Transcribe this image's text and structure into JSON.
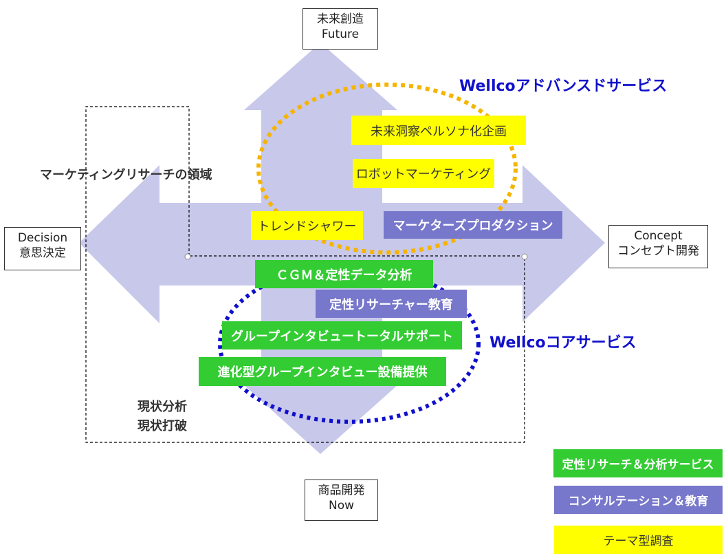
{
  "axes": {
    "top": {
      "line1": "未来創造",
      "line2": "Future"
    },
    "bottom": {
      "line1": "商品開発",
      "line2": "Now"
    },
    "left": {
      "line1": "Decision",
      "line2": "意思決定"
    },
    "right": {
      "line1": "Concept",
      "line2": "コンセプト開発"
    }
  },
  "regions": {
    "marketing_research": "マーケティングリサーチの領域",
    "current_analysis_line1": "現状分析",
    "current_analysis_line2": "現状打破"
  },
  "service_groups": {
    "advanced": "Wellcoアドバンスドサービス",
    "core": "Wellcoコアサービス"
  },
  "services": [
    {
      "label": "未来洞察ペルソナ化企画",
      "category": "theme"
    },
    {
      "label": "ロボットマーケティング",
      "category": "theme"
    },
    {
      "label": "トレンドシャワー",
      "category": "theme"
    },
    {
      "label": "マーケターズプロダクション",
      "category": "consulting"
    },
    {
      "label": "ＣＧＭ＆定性データ分析",
      "category": "qualitative"
    },
    {
      "label": "定性リサーチャー教育",
      "category": "consulting"
    },
    {
      "label": "グループインタビュートータルサポート",
      "category": "qualitative"
    },
    {
      "label": "進化型グループインタビュー設備提供",
      "category": "qualitative"
    }
  ],
  "legend": [
    {
      "label": "定性リサーチ＆分析サービス",
      "color": "#33cc33"
    },
    {
      "label": "コンサルテーション＆教育",
      "color": "#7777cc"
    },
    {
      "label": "テーマ型調査",
      "color": "#ffff00"
    }
  ],
  "colors": {
    "arrow": "#c8c8eb",
    "advanced_ellipse": "#f5b400",
    "core_ellipse": "#1010cc"
  }
}
